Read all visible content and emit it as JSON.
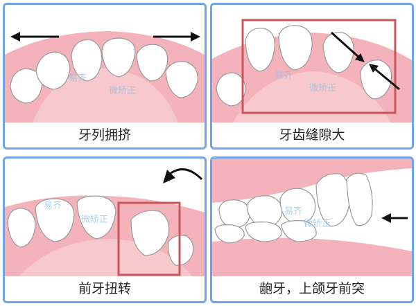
{
  "panels": [
    {
      "caption": "牙列拥挤"
    },
    {
      "caption": "牙齿缝隙大"
    },
    {
      "caption": "前牙扭转"
    },
    {
      "caption": "龅牙，上颌牙前突"
    }
  ],
  "colors": {
    "border": "#6fa4e8",
    "gum": "#f4b3ba",
    "gum_inner": "#f7c8cc",
    "tooth": "#ffffff",
    "tooth_outline": "#9a9a9a",
    "highlight_box": "#c9545c",
    "arrow": "#111111"
  },
  "icons": {
    "panel1": [
      "arrow-left-icon",
      "arrow-right-icon"
    ],
    "panel2": [
      "arrow-diagonal-icon",
      "highlight-box-icon"
    ],
    "panel3": [
      "rotate-arrow-icon",
      "highlight-box-icon"
    ],
    "panel4": [
      "arrow-left-icon"
    ]
  }
}
